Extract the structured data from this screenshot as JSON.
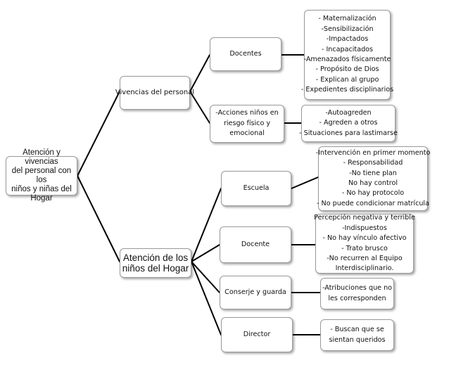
{
  "root": {
    "lines": [
      "Atención y vivencias",
      "del personal con los",
      "niños y niñas del",
      "Hogar"
    ]
  },
  "vivencias": {
    "label": "Vivencias del personal",
    "docentes": {
      "label": "Docentes",
      "items": [
        "- Maternalización",
        "-Sensibilización",
        "-Impactados",
        "- Incapacitados",
        "-Amenazados físicamente",
        "- Propósito de Dios",
        "- Explican al grupo",
        "- Expedientes disciplinarios"
      ]
    },
    "acciones": {
      "lines": [
        "-Acciones niños en",
        "riesgo físico y",
        "emocional"
      ],
      "items": [
        "-Autoagreden",
        "- Agreden a otros",
        "- Situaciones para lastimarse"
      ]
    }
  },
  "atencion": {
    "lines": [
      "Atención de los",
      "niños del Hogar"
    ],
    "escuela": {
      "label": "Escuela",
      "items": [
        "-Intervención en primer momento",
        "- Responsabilidad",
        "-No tiene plan",
        "No hay control",
        "- No hay protocolo",
        "- No puede condicionar matrícula"
      ]
    },
    "docente": {
      "label": "Docente",
      "items": [
        "Percepción negativa y terrible",
        "-Indispuestos",
        "- No hay vínculo afectivo",
        "- Trato brusco",
        "-No recurren al Equipo",
        "Interdisciplinario."
      ]
    },
    "conserje": {
      "label": "Conserje y guarda",
      "items": [
        "-Atribuciones que no",
        "les corresponden"
      ]
    },
    "director": {
      "label": "Director",
      "items": [
        "- Buscan que se",
        "sientan queridos"
      ]
    }
  }
}
